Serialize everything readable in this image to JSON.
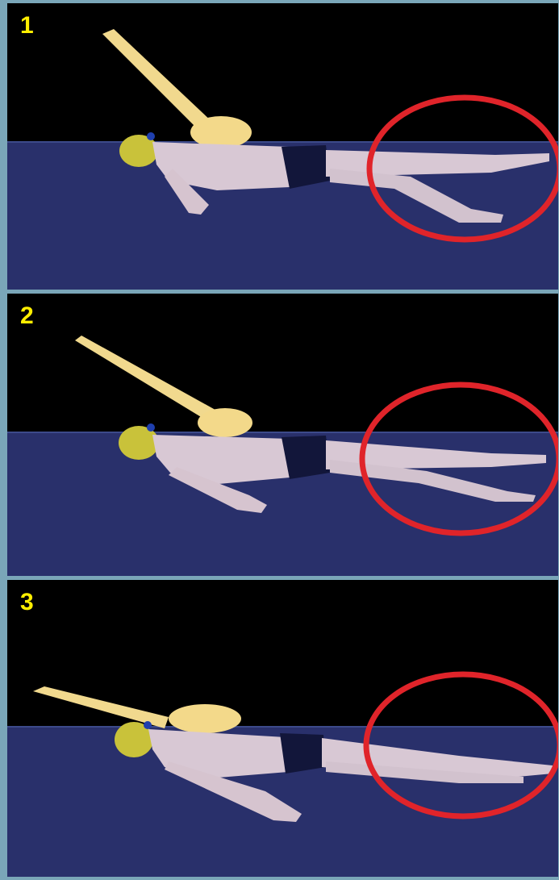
{
  "figure": {
    "description_colors": {
      "frame": "#7aa6b8",
      "sky": "#000000",
      "water": "#29306b",
      "highlight_ring": "#e0242a",
      "label": "#ffee00"
    },
    "panels": [
      {
        "label": "1",
        "arm_pose": "arm-raised-high",
        "legs_pose": "legs-open-kick"
      },
      {
        "label": "2",
        "arm_pose": "arm-raised-mid",
        "legs_pose": "legs-closing"
      },
      {
        "label": "3",
        "arm_pose": "arm-extended-back",
        "legs_pose": "legs-together"
      }
    ]
  }
}
